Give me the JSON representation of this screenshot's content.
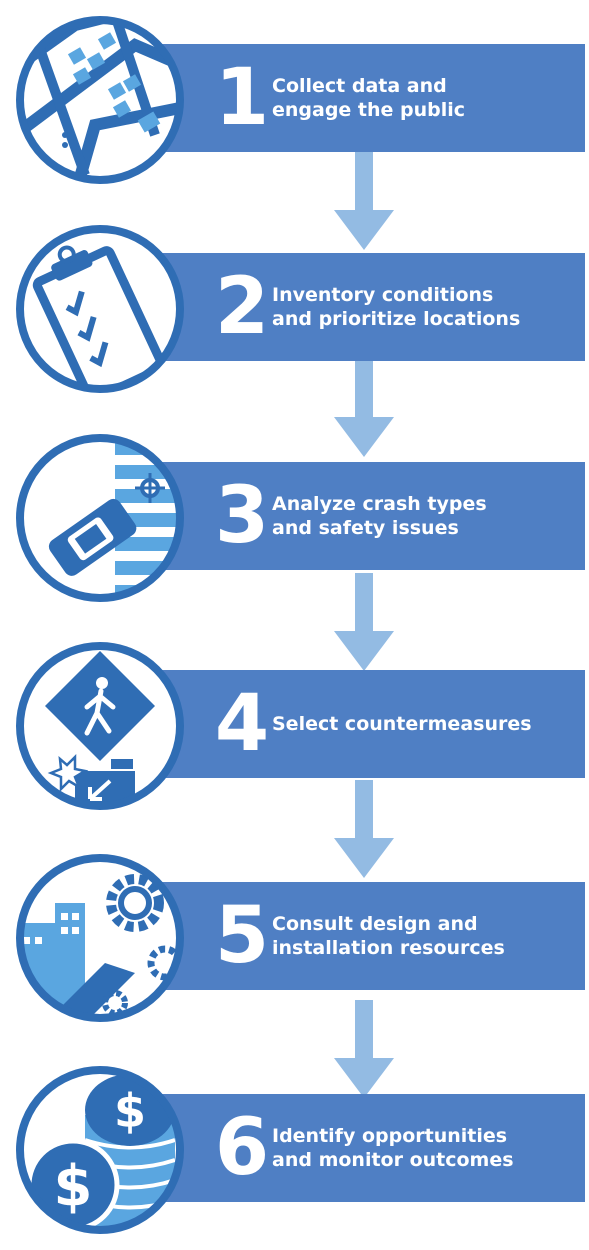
{
  "colors": {
    "banner": "#4f7fc4",
    "arrow": "#93bbe3",
    "icon_dark": "#2f6db4",
    "icon_light": "#5aa6e0"
  },
  "steps": [
    {
      "number": "1",
      "line1": "Collect data and",
      "line2": "engage the public",
      "icon": "map-icon"
    },
    {
      "number": "2",
      "line1": "Inventory conditions",
      "line2": "and prioritize locations",
      "icon": "clipboard-icon"
    },
    {
      "number": "3",
      "line1": "Analyze crash types",
      "line2": "and safety issues",
      "icon": "crash-icon"
    },
    {
      "number": "4",
      "line1": "Select countermeasures",
      "line2": "",
      "icon": "pedestrian-sign-icon"
    },
    {
      "number": "5",
      "line1": "Consult design and",
      "line2": "installation resources",
      "icon": "city-gears-icon"
    },
    {
      "number": "6",
      "line1": "Identify opportunities",
      "line2": "and monitor outcomes",
      "icon": "coins-icon"
    }
  ],
  "icons": {
    "coin_symbol": "$"
  }
}
